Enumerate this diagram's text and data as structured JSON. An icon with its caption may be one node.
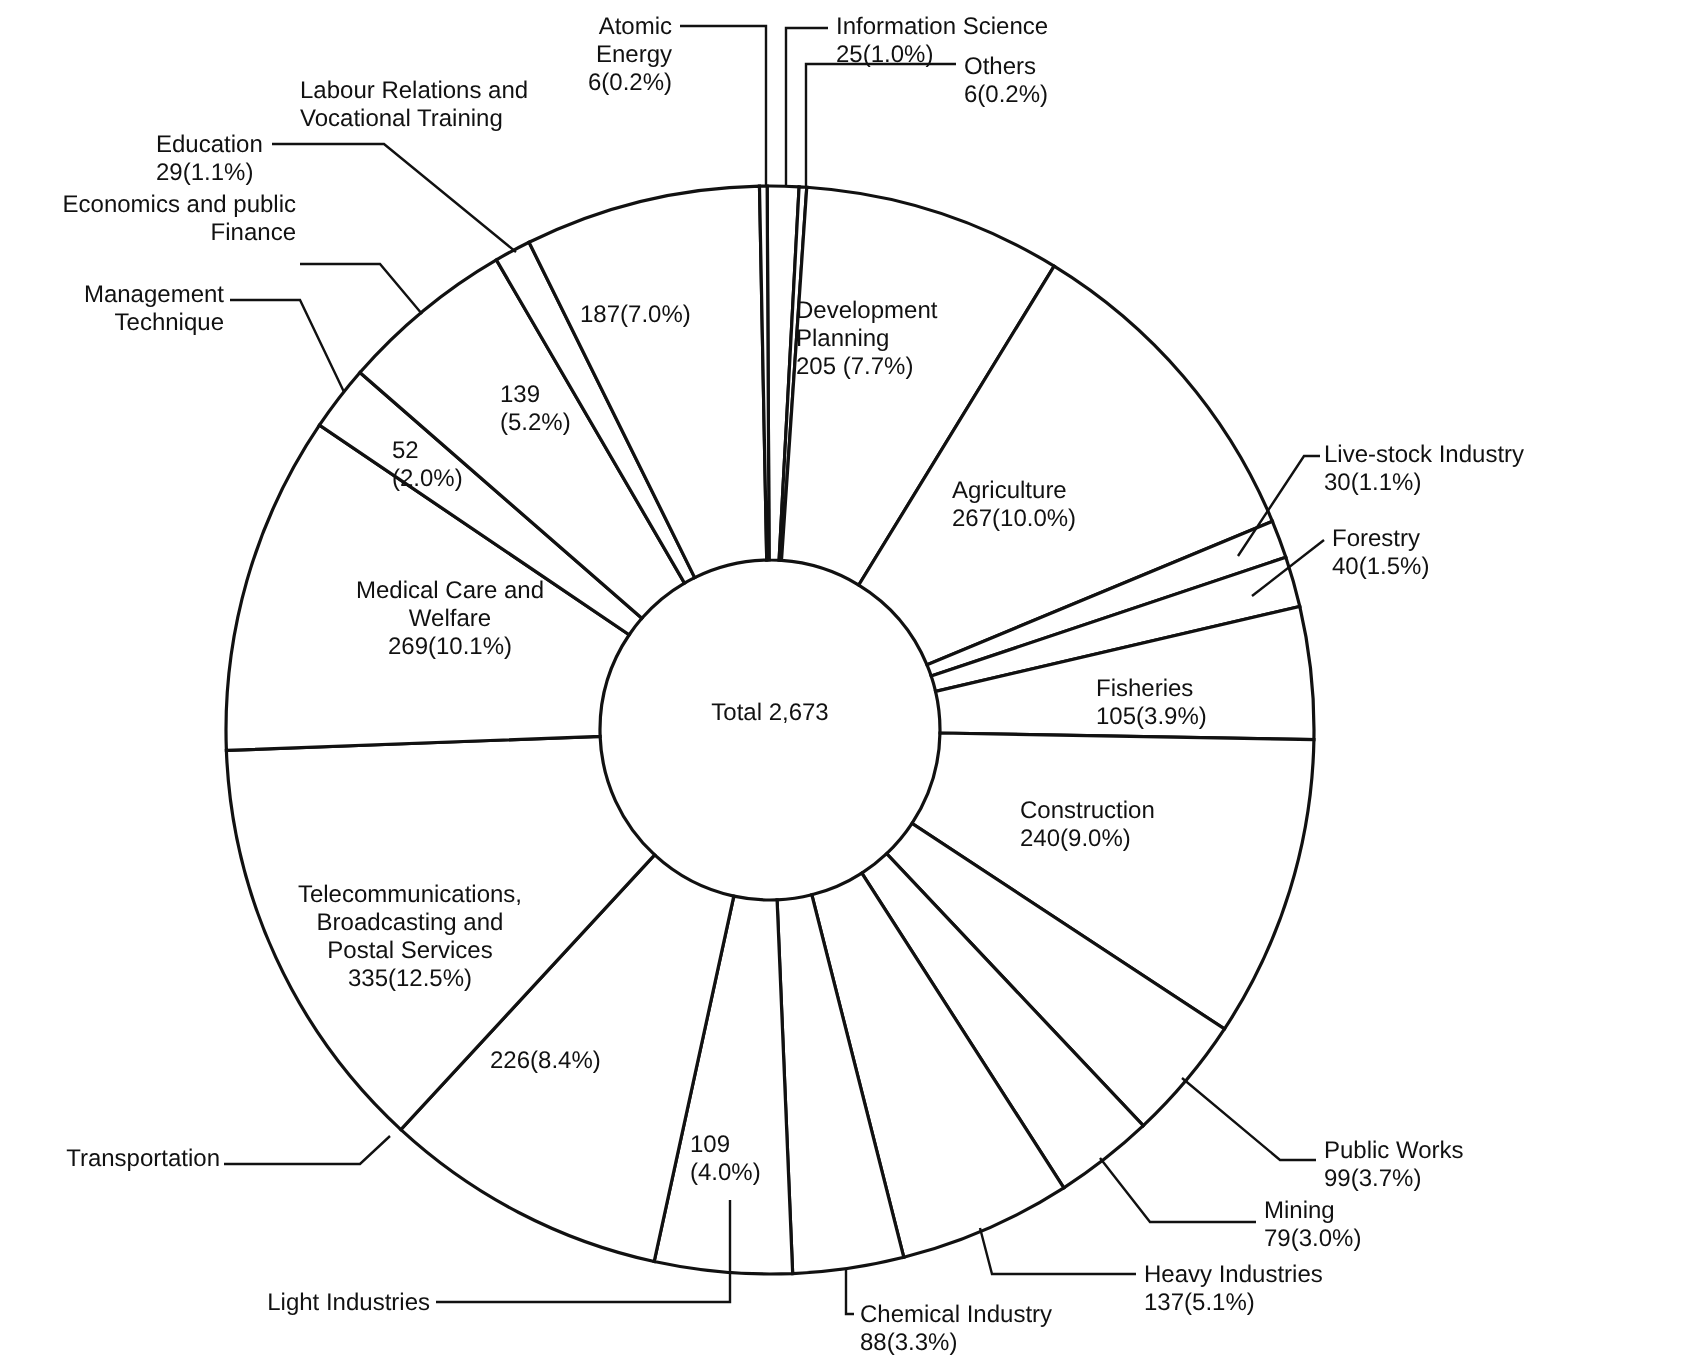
{
  "diagram": {
    "labels": [
      "Total 2,673"
    ],
    "chart_data": {
      "type": "donut",
      "categories": [
        "Information Science",
        "Others",
        "Development Planning",
        "Agriculture",
        "Live-stock Industry",
        "Forestry",
        "Fisheries",
        "Construction",
        "Public Works",
        "Mining",
        "Heavy Industries",
        "Chemical Industry",
        "Light Industries",
        "Transportation",
        "Telecommunications, Broadcasting and Postal Services",
        "Medical Care and Welfare",
        "Management Technique",
        "Economics and public Finance",
        "Education",
        "Labour Relations and Vocational Training",
        "Atomic Energy"
      ],
      "values": [
        25,
        6,
        205,
        267,
        30,
        40,
        105,
        240,
        99,
        79,
        137,
        88,
        109,
        226,
        335,
        269,
        52,
        139,
        29,
        187,
        6
      ],
      "value_labels": [
        "25(1.0%)",
        "6(0.2%)",
        "205 (7.7%)",
        "267(10.0%)",
        "30(1.1%)",
        "40(1.5%)",
        "105(3.9%)",
        "240(9.0%)",
        "99(3.7%)",
        "79(3.0%)",
        "137(5.1%)",
        "88(3.3%)",
        "109 (4.0%)",
        "226(8.4%)",
        "335(12.5%)",
        "269(10.1%)",
        "52 (2.0%)",
        "139 (5.2%)",
        "29(1.1%)",
        "187(7.0%)",
        "6(0.2%)"
      ]
    }
  }
}
